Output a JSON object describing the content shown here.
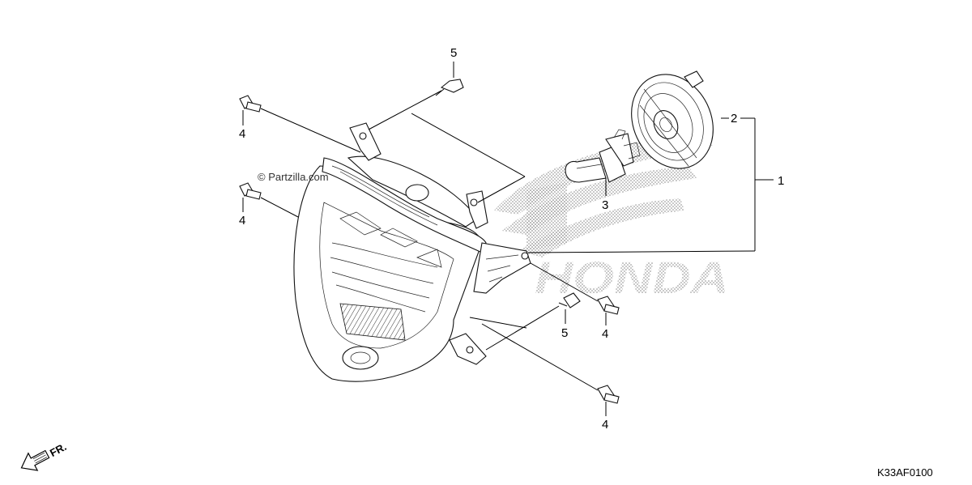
{
  "diagram": {
    "watermark": "© Partzilla.com",
    "brand_watermark": "HONDA",
    "diagram_code": "K33AF0100",
    "direction_label": "FR.",
    "callouts": [
      {
        "id": "c1",
        "label": "1"
      },
      {
        "id": "c2",
        "label": "2"
      },
      {
        "id": "c3",
        "label": "3"
      },
      {
        "id": "c4a",
        "label": "4"
      },
      {
        "id": "c4b",
        "label": "4"
      },
      {
        "id": "c4c",
        "label": "4"
      },
      {
        "id": "c4d",
        "label": "4"
      },
      {
        "id": "c5a",
        "label": "5"
      },
      {
        "id": "c5b",
        "label": "5"
      }
    ]
  }
}
